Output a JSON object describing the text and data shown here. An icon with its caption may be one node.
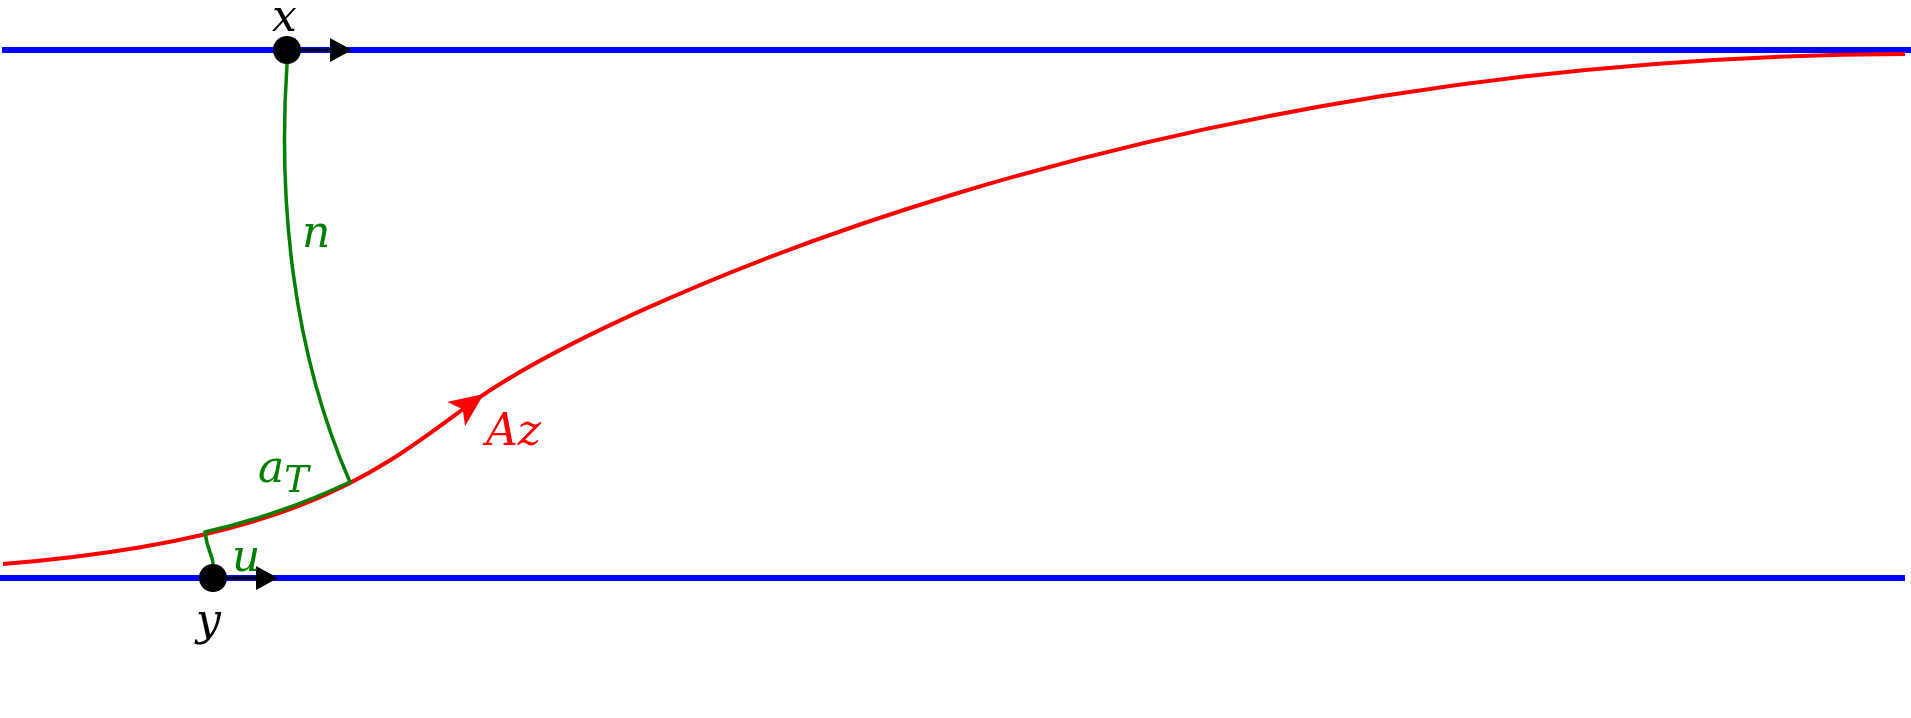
{
  "diagram": {
    "nodes": [
      {
        "text": [
          "x"
        ]
      },
      {
        "text": [
          "y"
        ]
      }
    ],
    "edges": [
      {
        "from": 0,
        "to": 1,
        "arrow": "none",
        "color": "#008000"
      }
    ],
    "labels": [
      "n",
      "a$_{T}$",
      "u",
      "Az"
    ]
  }
}
